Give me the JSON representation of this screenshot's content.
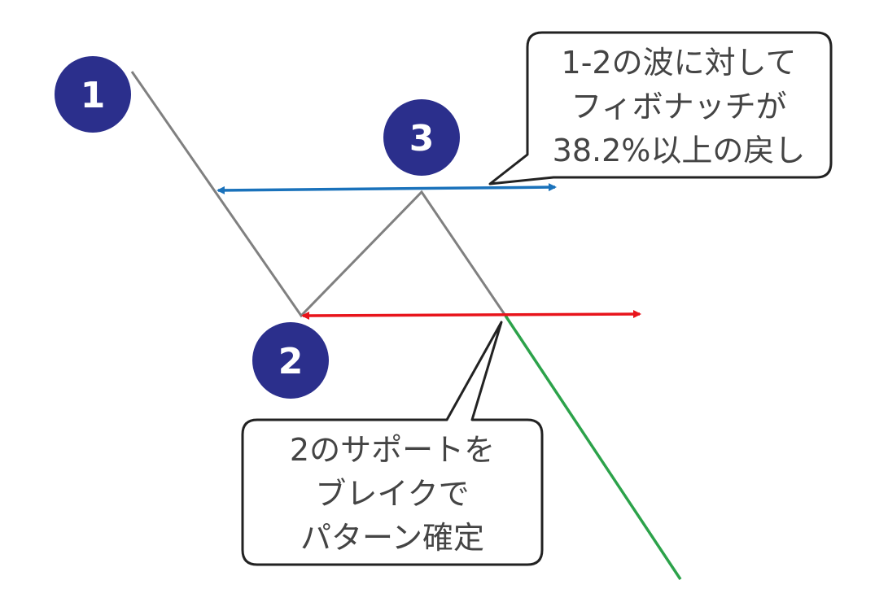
{
  "markers": [
    {
      "id": "1",
      "label": "1"
    },
    {
      "id": "2",
      "label": "2"
    },
    {
      "id": "3",
      "label": "3"
    }
  ],
  "callouts": {
    "fibonacci": {
      "lines": [
        "1-2の波に対して",
        "フィボナッチが",
        "38.2%以上の戻し"
      ]
    },
    "support_break": {
      "lines": [
        "2のサポートを",
        "ブレイクで",
        "パターン確定"
      ]
    }
  },
  "colors": {
    "marker_fill": "#2b2f8c",
    "price_path": "#808080",
    "breakout_path": "#2ca24a",
    "retracement_arrow": "#1a72bb",
    "support_arrow": "#e8141b",
    "callout_border": "#222222",
    "callout_text": "#444444"
  },
  "icons": {
    "marker": "numbered-circle",
    "horizontal_arrow": "double-headed-arrow"
  }
}
